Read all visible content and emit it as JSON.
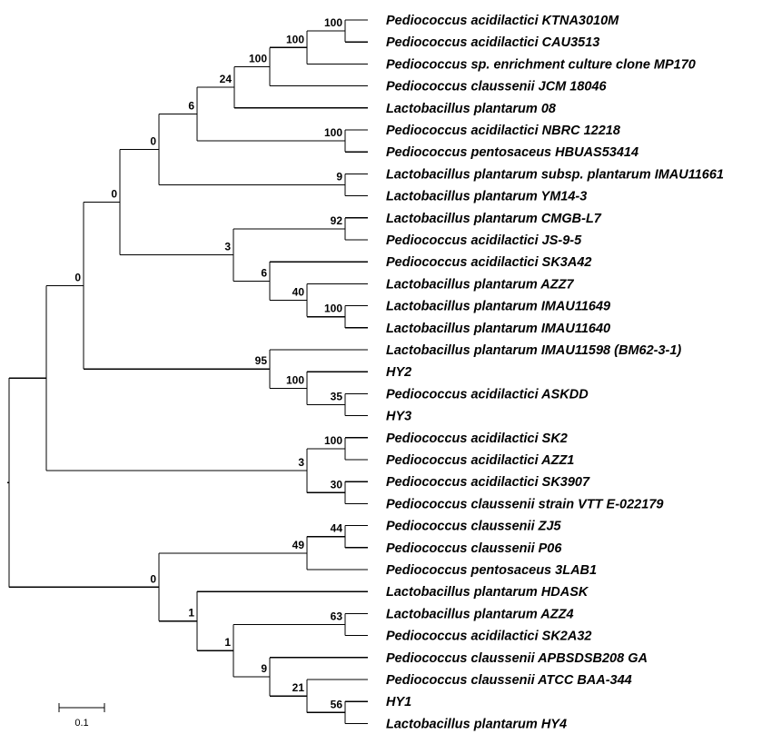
{
  "tree": {
    "leaves": [
      {
        "id": "L1",
        "label": "Pediococcus acidilactici  KTNA3010M"
      },
      {
        "id": "L2",
        "label": "Pediococcus acidilactici CAU3513"
      },
      {
        "id": "L3",
        "label": "Pediococcus sp. enrichment culture clone MP170"
      },
      {
        "id": "L4",
        "label": "Pediococcus claussenii JCM 18046"
      },
      {
        "id": "L5",
        "label": "Lactobacillus plantarum  08"
      },
      {
        "id": "L6",
        "label": "Pediococcus acidilactici NBRC 12218"
      },
      {
        "id": "L7",
        "label": "Pediococcus pentosaceus  HBUAS53414"
      },
      {
        "id": "L8",
        "label": "Lactobacillus plantarum subsp. plantarum IMAU11661"
      },
      {
        "id": "L9",
        "label": "Lactobacillus plantarum YM14-3"
      },
      {
        "id": "L10",
        "label": "Lactobacillus plantarum CMGB-L7"
      },
      {
        "id": "L11",
        "label": "Pediococcus acidilactici JS-9-5"
      },
      {
        "id": "L12",
        "label": "Pediococcus acidilactici SK3A42"
      },
      {
        "id": "L13",
        "label": "Lactobacillus plantarum  AZZ7"
      },
      {
        "id": "L14",
        "label": "Lactobacillus plantarum  IMAU11649"
      },
      {
        "id": "L15",
        "label": "Lactobacillus plantarum  IMAU11640"
      },
      {
        "id": "L16",
        "label": "Lactobacillus plantarum  IMAU11598 (BM62-3-1)"
      },
      {
        "id": "L17",
        "label": "HY2"
      },
      {
        "id": "L18",
        "label": "Pediococcus acidilactici  ASKDD"
      },
      {
        "id": "L19",
        "label": "HY3"
      },
      {
        "id": "L20",
        "label": "Pediococcus acidilactici  SK2"
      },
      {
        "id": "L21",
        "label": "Pediococcus acidilactici  AZZ1"
      },
      {
        "id": "L22",
        "label": "Pediococcus acidilactici  SK3907"
      },
      {
        "id": "L23",
        "label": "Pediococcus claussenii strain VTT E-022179"
      },
      {
        "id": "L24",
        "label": "Pediococcus claussenii  ZJ5"
      },
      {
        "id": "L25",
        "label": "Pediococcus claussenii  P06"
      },
      {
        "id": "L26",
        "label": "Pediococcus pentosaceus  3LAB1"
      },
      {
        "id": "L27",
        "label": "Lactobacillus plantarum  HDASK"
      },
      {
        "id": "L28",
        "label": "Lactobacillus plantarum  AZZ4"
      },
      {
        "id": "L29",
        "label": "Pediococcus acidilactici  SK2A32"
      },
      {
        "id": "L30",
        "label": "Pediococcus claussenii  APBSDSB208 GA"
      },
      {
        "id": "L31",
        "label": "Pediococcus claussenii  ATCC BAA-344"
      },
      {
        "id": "L32",
        "label": "HY1"
      },
      {
        "id": "L33",
        "label": "Lactobacillus plantarum  HY4"
      }
    ],
    "nodes": [
      {
        "id": "N1",
        "children": [
          "L1",
          "L2"
        ],
        "support": "100"
      },
      {
        "id": "N2",
        "children": [
          "N1",
          "L3"
        ],
        "support": "100"
      },
      {
        "id": "N3",
        "children": [
          "N2",
          "L4"
        ],
        "support": "100"
      },
      {
        "id": "N4",
        "children": [
          "N3",
          "L5"
        ],
        "support": "24"
      },
      {
        "id": "N5",
        "children": [
          "L6",
          "L7"
        ],
        "support": "100"
      },
      {
        "id": "N6",
        "children": [
          "N4",
          "N5"
        ],
        "support": "6"
      },
      {
        "id": "N7",
        "children": [
          "L8",
          "L9"
        ],
        "support": "9"
      },
      {
        "id": "N8",
        "children": [
          "N6",
          "N7"
        ],
        "support": "0"
      },
      {
        "id": "N9",
        "children": [
          "L10",
          "L11"
        ],
        "support": "92"
      },
      {
        "id": "N10",
        "children": [
          "L14",
          "L15"
        ],
        "support": "100"
      },
      {
        "id": "N11",
        "children": [
          "L13",
          "N10"
        ],
        "support": "40"
      },
      {
        "id": "N12",
        "children": [
          "L12",
          "N11"
        ],
        "support": "6"
      },
      {
        "id": "N13",
        "children": [
          "N9",
          "N12"
        ],
        "support": "3"
      },
      {
        "id": "N14",
        "children": [
          "N8",
          "N13"
        ],
        "support": "0"
      },
      {
        "id": "N15",
        "children": [
          "L18",
          "L19"
        ],
        "support": "35"
      },
      {
        "id": "N16",
        "children": [
          "L17",
          "N15"
        ],
        "support": "100"
      },
      {
        "id": "N17",
        "children": [
          "L16",
          "N16"
        ],
        "support": "95"
      },
      {
        "id": "N18",
        "children": [
          "N14",
          "N17"
        ],
        "support": "0"
      },
      {
        "id": "N19",
        "children": [
          "L20",
          "L21"
        ],
        "support": "100"
      },
      {
        "id": "N20",
        "children": [
          "L22",
          "L23"
        ],
        "support": "30"
      },
      {
        "id": "N21",
        "children": [
          "N19",
          "N20"
        ],
        "support": "3"
      },
      {
        "id": "N22",
        "children": [
          "N18",
          "N21"
        ],
        "support": ""
      },
      {
        "id": "N23",
        "children": [
          "L24",
          "L25"
        ],
        "support": "44"
      },
      {
        "id": "N24",
        "children": [
          "N23",
          "L26"
        ],
        "support": "49"
      },
      {
        "id": "N25",
        "children": [
          "L28",
          "L29"
        ],
        "support": "63"
      },
      {
        "id": "N26",
        "children": [
          "L32",
          "L33"
        ],
        "support": "56"
      },
      {
        "id": "N27",
        "children": [
          "L31",
          "N26"
        ],
        "support": "21"
      },
      {
        "id": "N28",
        "children": [
          "L30",
          "N27"
        ],
        "support": "9"
      },
      {
        "id": "N29",
        "children": [
          "N25",
          "N28"
        ],
        "support": "1"
      },
      {
        "id": "N30",
        "children": [
          "L27",
          "N29"
        ],
        "support": "1"
      },
      {
        "id": "N31",
        "children": [
          "N24",
          "N30"
        ],
        "support": "0"
      },
      {
        "id": "N32",
        "children": [
          "N22",
          "N31"
        ],
        "support": ""
      }
    ],
    "root": "N32",
    "scale_bar": {
      "label": "0.1"
    }
  }
}
